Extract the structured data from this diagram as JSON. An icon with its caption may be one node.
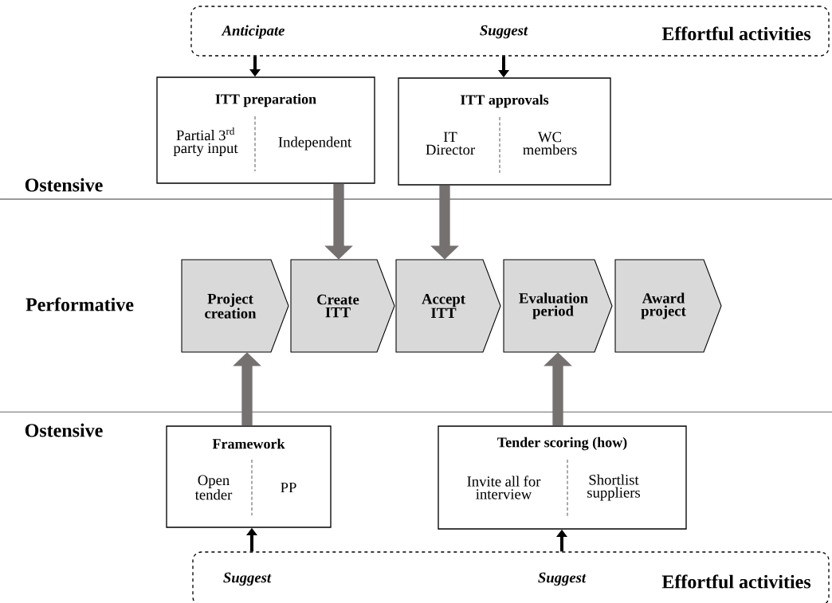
{
  "diagram": {
    "nodes": [
      {
        "text": [
          "Anticipate",
          "Suggest",
          "Effortful activities"
        ]
      },
      {
        "text": [
          "ITT preparation",
          "Partial 3$^{rd}$ party input",
          "Independent"
        ]
      },
      {
        "text": [
          "ITT approvals",
          "IT Director",
          "WC members"
        ]
      },
      {
        "text": [
          "Project creation"
        ]
      },
      {
        "text": [
          "Create ITT"
        ]
      },
      {
        "text": [
          "Accept ITT"
        ]
      },
      {
        "text": [
          "Evaluation period"
        ]
      },
      {
        "text": [
          "Award project"
        ]
      },
      {
        "text": [
          "Framework",
          "Open tender",
          "PP"
        ]
      },
      {
        "text": [
          "Tender scoring (how)",
          "Invite all for interview",
          "Shortlist suppliers"
        ]
      },
      {
        "text": [
          "Suggest",
          "Suggest",
          "Effortful activities"
        ]
      }
    ],
    "edges": [
      {
        "from": 0,
        "to": 1,
        "arrow": "to"
      },
      {
        "from": 0,
        "to": 2,
        "arrow": "to"
      },
      {
        "from": 1,
        "to": 4,
        "arrow": "to",
        "style": "thick",
        "color": "#767171"
      },
      {
        "from": 2,
        "to": 5,
        "arrow": "to",
        "style": "thick",
        "color": "#767171"
      },
      {
        "from": 8,
        "to": 3,
        "arrow": "to",
        "style": "thick",
        "color": "#767171"
      },
      {
        "from": 9,
        "to": 6,
        "arrow": "to",
        "style": "thick",
        "color": "#767171"
      },
      {
        "from": 10,
        "to": 8,
        "arrow": "to"
      },
      {
        "from": 10,
        "to": 9,
        "arrow": "to"
      }
    ],
    "labels": [
      "Ostensive",
      "Performative",
      "Ostensive"
    ]
  }
}
